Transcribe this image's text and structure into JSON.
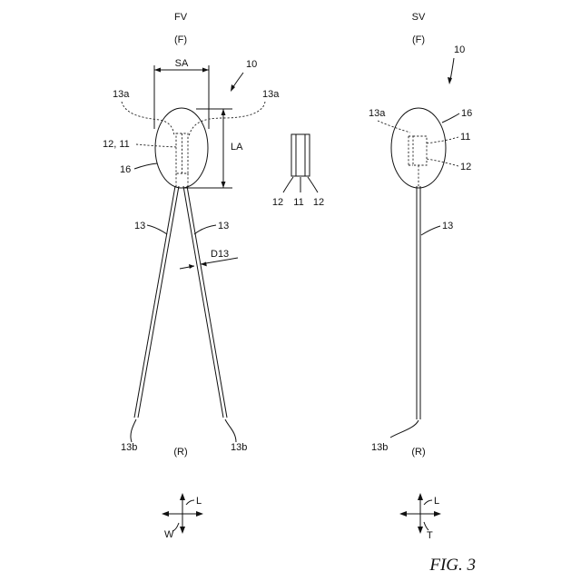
{
  "front_view": {
    "title": "FV",
    "top_direction": "(F)",
    "bottom_direction": "(R)",
    "ref_assembly": "10",
    "ref_lead_end_portion": "13a",
    "ref_dim_width": "SA",
    "ref_dim_length": "LA",
    "ref_electrodes_body": "12, 11",
    "ref_coating": "16",
    "ref_lead": "13",
    "ref_dim_lead_dia": "D13",
    "ref_lead_tip": "13b",
    "axis_up": "L",
    "axis_left": "W"
  },
  "element_detail": {
    "ref_left": "12",
    "ref_center": "11",
    "ref_right": "12"
  },
  "side_view": {
    "title": "SV",
    "top_direction": "(F)",
    "bottom_direction": "(R)",
    "ref_assembly": "10",
    "ref_lead_end_portion": "13a",
    "ref_coating": "16",
    "ref_body": "11",
    "ref_electrode": "12",
    "ref_lead": "13",
    "ref_lead_tip": "13b",
    "axis_up": "L",
    "axis_down": "T"
  },
  "figure_label": "FIG. 3"
}
